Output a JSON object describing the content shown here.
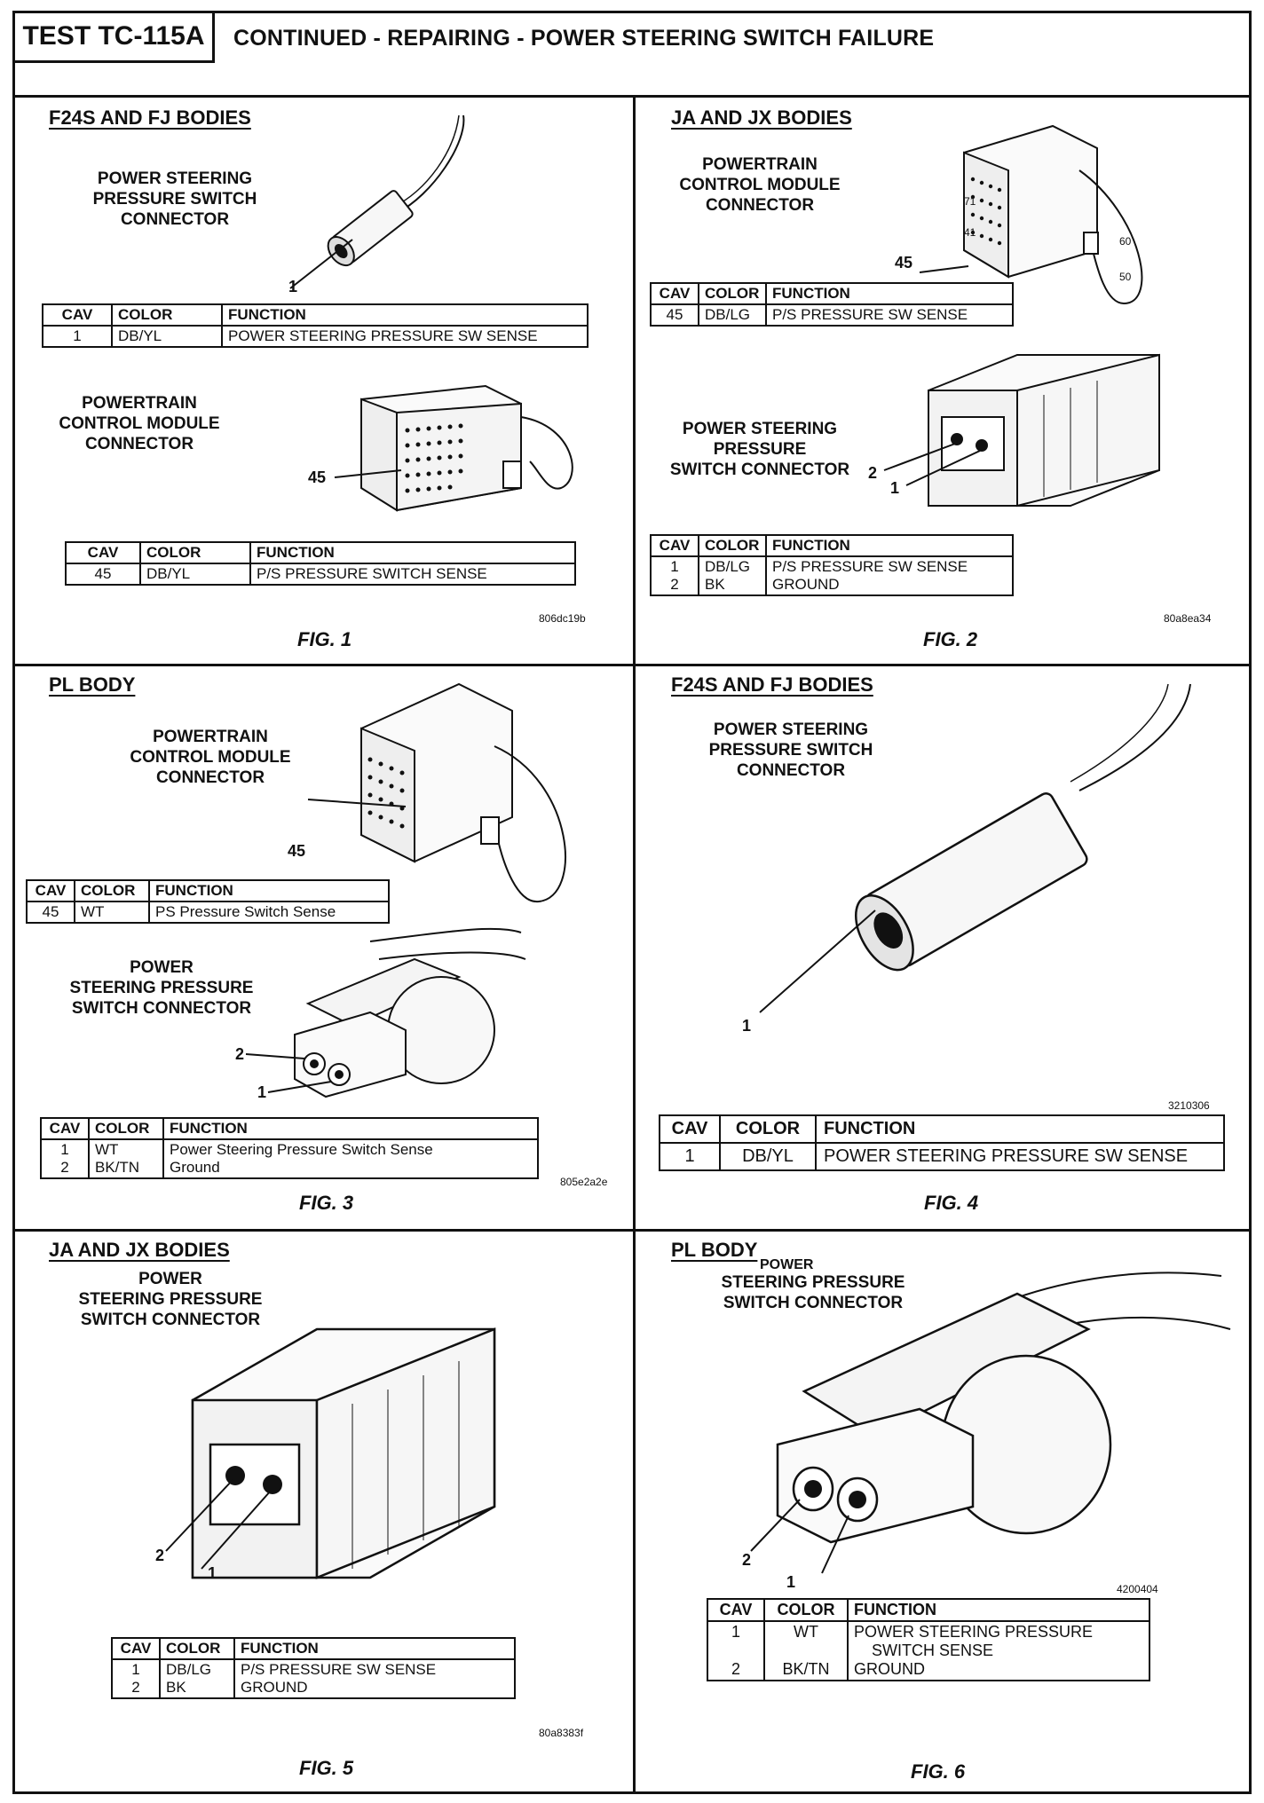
{
  "header": {
    "test_id": "TEST TC-115A",
    "title": "CONTINUED - REPAIRING - POWER STEERING SWITCH FAILURE"
  },
  "fig1": {
    "title": "F24S AND FJ BODIES",
    "caption_switch": [
      "POWER STEERING",
      "PRESSURE SWITCH",
      "CONNECTOR"
    ],
    "callout_switch": "1",
    "switch_table": {
      "headers": [
        "CAV",
        "COLOR",
        "FUNCTION"
      ],
      "rows": [
        [
          "1",
          "DB/YL",
          "POWER STEERING PRESSURE SW SENSE"
        ]
      ]
    },
    "caption_pcm": [
      "POWERTRAIN",
      "CONTROL MODULE",
      "CONNECTOR"
    ],
    "callout_pcm": "45",
    "pcm_table": {
      "headers": [
        "CAV",
        "COLOR",
        "FUNCTION"
      ],
      "rows": [
        [
          "45",
          "DB/YL",
          "P/S PRESSURE SWITCH SENSE"
        ]
      ]
    },
    "code": "806dc19b",
    "label": "FIG. 1"
  },
  "fig2": {
    "title": "JA AND JX BODIES",
    "caption_pcm": [
      "POWERTRAIN",
      "CONTROL MODULE",
      "CONNECTOR"
    ],
    "callout_pcm": "45",
    "pin_numbers": [
      "71",
      "41",
      "60",
      "50"
    ],
    "pcm_table": {
      "headers": [
        "CAV",
        "COLOR",
        "FUNCTION"
      ],
      "rows": [
        [
          "45",
          "DB/LG",
          "P/S PRESSURE SW SENSE"
        ]
      ]
    },
    "caption_switch": [
      "POWER STEERING",
      "PRESSURE",
      "SWITCH CONNECTOR"
    ],
    "callouts_switch": [
      "2",
      "1"
    ],
    "switch_table": {
      "headers": [
        "CAV",
        "COLOR",
        "FUNCTION"
      ],
      "rows": [
        [
          "1",
          "DB/LG",
          "P/S PRESSURE SW SENSE"
        ],
        [
          "2",
          "BK",
          "GROUND"
        ]
      ]
    },
    "code": "80a8ea34",
    "label": "FIG. 2"
  },
  "fig3": {
    "title": "PL BODY",
    "caption_pcm": [
      "POWERTRAIN",
      "CONTROL MODULE",
      "CONNECTOR"
    ],
    "callout_pcm": "45",
    "pcm_table": {
      "headers": [
        "CAV",
        "COLOR",
        "FUNCTION"
      ],
      "rows": [
        [
          "45",
          "WT",
          "PS Pressure Switch Sense"
        ]
      ]
    },
    "caption_switch": [
      "POWER",
      "STEERING PRESSURE",
      "SWITCH CONNECTOR"
    ],
    "callouts_switch": [
      "2",
      "1"
    ],
    "switch_table": {
      "headers": [
        "CAV",
        "COLOR",
        "FUNCTION"
      ],
      "rows": [
        [
          "1",
          "WT",
          "Power Steering Pressure Switch Sense"
        ],
        [
          "2",
          "BK/TN",
          "Ground"
        ]
      ]
    },
    "code": "805e2a2e",
    "label": "FIG. 3"
  },
  "fig4": {
    "title": "F24S AND FJ BODIES",
    "caption_switch": [
      "POWER STEERING",
      "PRESSURE SWITCH",
      "CONNECTOR"
    ],
    "callout_switch": "1",
    "switch_table": {
      "headers": [
        "CAV",
        "COLOR",
        "FUNCTION"
      ],
      "rows": [
        [
          "1",
          "DB/YL",
          "POWER STEERING PRESSURE SW SENSE"
        ]
      ]
    },
    "code": "3210306",
    "label": "FIG. 4"
  },
  "fig5": {
    "title": "JA AND JX BODIES",
    "caption_switch": [
      "POWER",
      "STEERING PRESSURE",
      "SWITCH CONNECTOR"
    ],
    "callouts_switch": [
      "2",
      "1"
    ],
    "switch_table": {
      "headers": [
        "CAV",
        "COLOR",
        "FUNCTION"
      ],
      "rows": [
        [
          "1",
          "DB/LG",
          "P/S PRESSURE SW SENSE"
        ],
        [
          "2",
          "BK",
          "GROUND"
        ]
      ]
    },
    "code": "80a8383f",
    "label": "FIG. 5"
  },
  "fig6": {
    "title": "PL BODY",
    "caption_switch_top": "POWER",
    "caption_switch": [
      "STEERING PRESSURE",
      "SWITCH CONNECTOR"
    ],
    "callouts_switch": [
      "2",
      "1"
    ],
    "switch_table": {
      "headers": [
        "CAV",
        "COLOR",
        "FUNCTION"
      ],
      "rows": [
        [
          "1",
          "WT",
          "POWER STEERING PRESSURE",
          "SWITCH SENSE"
        ],
        [
          "2",
          "BK/TN",
          "GROUND"
        ]
      ]
    },
    "code": "4200404",
    "label": "FIG. 6"
  }
}
